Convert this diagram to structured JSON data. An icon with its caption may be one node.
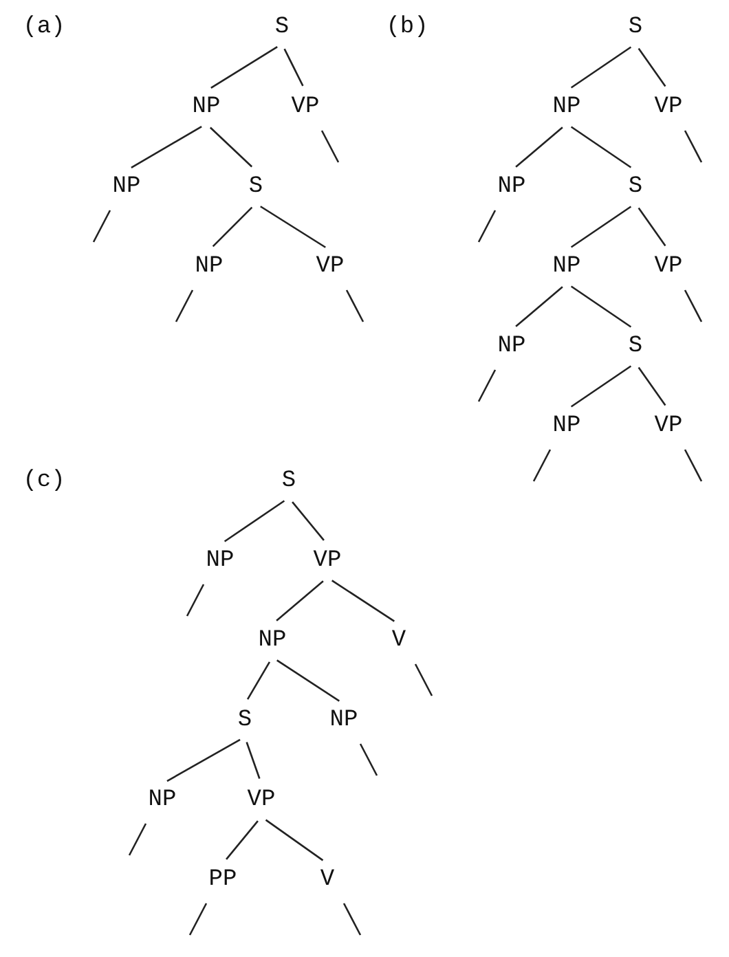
{
  "diagram": {
    "nodes": [
      {
        "text": [
          "S"
        ]
      },
      {
        "text": [
          "NP"
        ]
      },
      {
        "text": [
          "VP"
        ]
      },
      {
        "text": [
          "NP"
        ]
      },
      {
        "text": [
          "S"
        ]
      },
      {
        "text": [
          "NP"
        ]
      },
      {
        "text": [
          "VP"
        ]
      },
      {
        "text": [
          "S"
        ]
      },
      {
        "text": [
          "NP"
        ]
      },
      {
        "text": [
          "VP"
        ]
      },
      {
        "text": [
          "NP"
        ]
      },
      {
        "text": [
          "S"
        ]
      },
      {
        "text": [
          "NP"
        ]
      },
      {
        "text": [
          "VP"
        ]
      },
      {
        "text": [
          "NP"
        ]
      },
      {
        "text": [
          "S"
        ]
      },
      {
        "text": [
          "NP"
        ]
      },
      {
        "text": [
          "VP"
        ]
      },
      {
        "text": [
          "S"
        ]
      },
      {
        "text": [
          "NP"
        ]
      },
      {
        "text": [
          "VP"
        ]
      },
      {
        "text": [
          "NP"
        ]
      },
      {
        "text": [
          "V"
        ]
      },
      {
        "text": [
          "S"
        ]
      },
      {
        "text": [
          "NP"
        ]
      },
      {
        "text": [
          "NP"
        ]
      },
      {
        "text": [
          "VP"
        ]
      },
      {
        "text": [
          "PP"
        ]
      },
      {
        "text": [
          "V"
        ]
      }
    ],
    "edges": [
      {
        "from": 0,
        "to": 1,
        "arrow": "none"
      },
      {
        "from": 0,
        "to": 2,
        "arrow": "none"
      },
      {
        "from": 1,
        "to": 3,
        "arrow": "none"
      },
      {
        "from": 1,
        "to": 4,
        "arrow": "none"
      },
      {
        "from": 2,
        "to": null,
        "arrow": "none"
      },
      {
        "from": 3,
        "to": null,
        "arrow": "none"
      },
      {
        "from": 4,
        "to": 5,
        "arrow": "none"
      },
      {
        "from": 4,
        "to": 6,
        "arrow": "none"
      },
      {
        "from": 5,
        "to": null,
        "arrow": "none"
      },
      {
        "from": 6,
        "to": null,
        "arrow": "none"
      },
      {
        "from": 7,
        "to": 8,
        "arrow": "none"
      },
      {
        "from": 7,
        "to": 9,
        "arrow": "none"
      },
      {
        "from": 8,
        "to": 10,
        "arrow": "none"
      },
      {
        "from": 8,
        "to": 11,
        "arrow": "none"
      },
      {
        "from": 9,
        "to": null,
        "arrow": "none"
      },
      {
        "from": 10,
        "to": null,
        "arrow": "none"
      },
      {
        "from": 11,
        "to": 12,
        "arrow": "none"
      },
      {
        "from": 11,
        "to": 13,
        "arrow": "none"
      },
      {
        "from": 12,
        "to": 14,
        "arrow": "none"
      },
      {
        "from": 12,
        "to": 15,
        "arrow": "none"
      },
      {
        "from": 13,
        "to": null,
        "arrow": "none"
      },
      {
        "from": 14,
        "to": null,
        "arrow": "none"
      },
      {
        "from": 15,
        "to": 16,
        "arrow": "none"
      },
      {
        "from": 15,
        "to": 17,
        "arrow": "none"
      },
      {
        "from": 16,
        "to": null,
        "arrow": "none"
      },
      {
        "from": 17,
        "to": null,
        "arrow": "none"
      },
      {
        "from": 18,
        "to": 19,
        "arrow": "none"
      },
      {
        "from": 18,
        "to": 20,
        "arrow": "none"
      },
      {
        "from": 19,
        "to": null,
        "arrow": "none"
      },
      {
        "from": 20,
        "to": 21,
        "arrow": "none"
      },
      {
        "from": 20,
        "to": 22,
        "arrow": "none"
      },
      {
        "from": 21,
        "to": 23,
        "arrow": "none"
      },
      {
        "from": 21,
        "to": 24,
        "arrow": "none"
      },
      {
        "from": 22,
        "to": null,
        "arrow": "none"
      },
      {
        "from": 23,
        "to": 25,
        "arrow": "none"
      },
      {
        "from": 23,
        "to": 26,
        "arrow": "none"
      },
      {
        "from": 24,
        "to": null,
        "arrow": "none"
      },
      {
        "from": 25,
        "to": null,
        "arrow": "none"
      },
      {
        "from": 26,
        "to": 27,
        "arrow": "none"
      },
      {
        "from": 26,
        "to": 28,
        "arrow": "none"
      },
      {
        "from": 27,
        "to": null,
        "arrow": "none"
      },
      {
        "from": 28,
        "to": null,
        "arrow": "none"
      }
    ],
    "labels": [
      "(a)",
      "(b)",
      "(c)"
    ]
  }
}
